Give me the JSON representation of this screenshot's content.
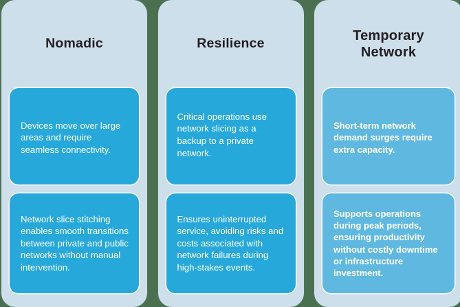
{
  "columns": [
    {
      "title": "Nomadic",
      "accent": "#27a8db",
      "panel_color": "#cedfec",
      "cards": [
        {
          "text": "Devices move over large areas and require seamless connectivity."
        },
        {
          "text": "Network slice stitching enables smooth transitions between private and public networks without manual intervention."
        }
      ]
    },
    {
      "title": "Resilience",
      "accent": "#27a8db",
      "panel_color": "#cedfec",
      "cards": [
        {
          "text": "Critical operations use network slicing as a backup to a private network."
        },
        {
          "text": "Ensures uninterrupted service, avoiding risks and costs associated with network failures during high-stakes events."
        }
      ]
    },
    {
      "title": "Temporary Network",
      "accent": "#5fb8e0",
      "panel_color": "#cedfec",
      "cards": [
        {
          "text": "Short-term network demand surges require extra capacity."
        },
        {
          "text": "Supports operations during peak periods, ensuring productivity without costly downtime or infrastructure investment."
        }
      ]
    }
  ],
  "colors": {
    "background": "#4a7050",
    "panel": "#cedfec",
    "accent_primary": "#27a8db",
    "accent_secondary": "#5fb8e0",
    "title_text": "#231f20",
    "card_text": "#ffffff"
  }
}
